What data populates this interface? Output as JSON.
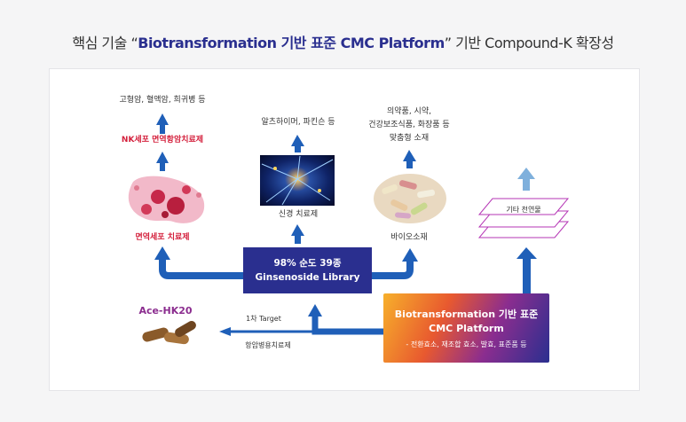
{
  "title": {
    "prefix": "핵심 기술 “",
    "highlight": "Biotransformation 기반 표준 CMC Platform",
    "suffix": "” 기반 Compound-K 확장성"
  },
  "left": {
    "top_label": "고형암, 혈액암, 희귀병 등",
    "mid_label": "NK세포 면역항암치료제",
    "bottom_label": "면역세포 치료제"
  },
  "center": {
    "top_label": "알츠하이머, 파킨슨 등",
    "image_label": "신경 치료제"
  },
  "right": {
    "top_label_1": "의약품, 시약,",
    "top_label_2": "건강보조식품, 화장품 등",
    "top_label_3": "맞춤형 소재",
    "image_label": "바이오소재"
  },
  "far_right": {
    "stack_label": "기타 천연물"
  },
  "library": {
    "line1": "98% 순도 39종",
    "line2": "Ginsenoside Library"
  },
  "platform": {
    "line1": "Biotransformation 기반 표준",
    "line2": "CMC Platform",
    "line3": "- 전환효소, 재조합 효소, 발효, 표준품 등"
  },
  "product": {
    "name": "Ace-HK20",
    "arrow_top": "1차 Target",
    "arrow_bottom": "항암병용치료제"
  },
  "colors": {
    "arrow_blue": "#1f5fb8",
    "light_arrow": "#7fb0dc",
    "navy": "#2a2f8f",
    "red": "#d4213d",
    "pink": "#f2b9c9",
    "purple": "#b535b5"
  }
}
